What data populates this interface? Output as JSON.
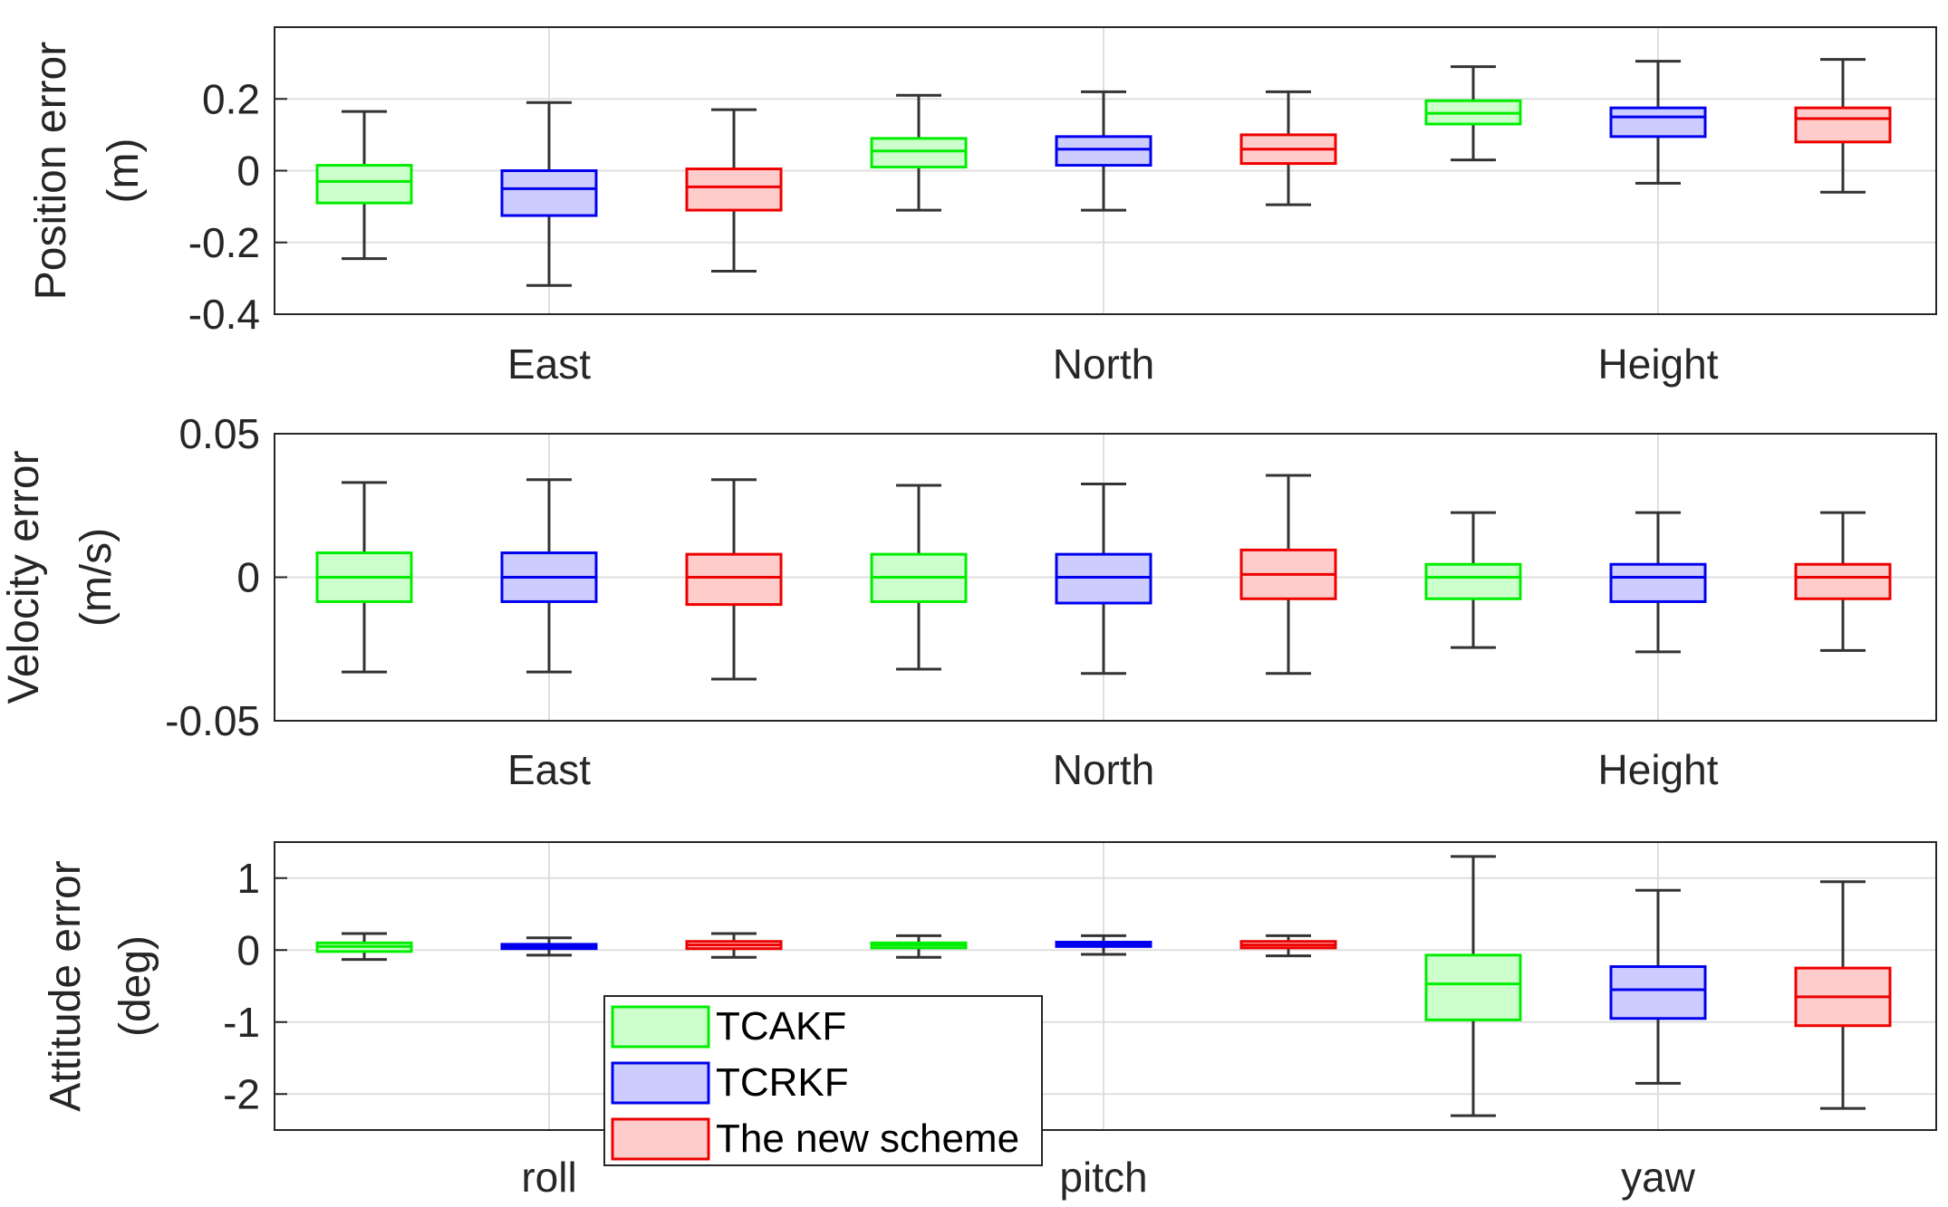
{
  "chart_data": [
    {
      "type": "box",
      "ylabel": [
        "Position error",
        "(m)"
      ],
      "categories": [
        "East",
        "North",
        "Height"
      ],
      "ylim": [
        -0.4,
        0.4
      ],
      "yticks": [
        -0.4,
        -0.2,
        0,
        0.2
      ],
      "ytick_labels": [
        "-0.4",
        "-0.2",
        "0",
        "0.2"
      ],
      "grid": true,
      "series": [
        {
          "name": "TCAKF",
          "boxes": [
            {
              "min": -0.245,
              "q1": -0.09,
              "median": -0.03,
              "q3": 0.015,
              "max": 0.165
            },
            {
              "min": -0.11,
              "q1": 0.01,
              "median": 0.055,
              "q3": 0.09,
              "max": 0.21
            },
            {
              "min": 0.03,
              "q1": 0.13,
              "median": 0.16,
              "q3": 0.195,
              "max": 0.29
            }
          ]
        },
        {
          "name": "TCRKF",
          "boxes": [
            {
              "min": -0.32,
              "q1": -0.125,
              "median": -0.05,
              "q3": 0.0,
              "max": 0.19
            },
            {
              "min": -0.11,
              "q1": 0.015,
              "median": 0.06,
              "q3": 0.095,
              "max": 0.22
            },
            {
              "min": -0.035,
              "q1": 0.095,
              "median": 0.15,
              "q3": 0.175,
              "max": 0.305
            }
          ]
        },
        {
          "name": "The new scheme",
          "boxes": [
            {
              "min": -0.28,
              "q1": -0.11,
              "median": -0.045,
              "q3": 0.005,
              "max": 0.17
            },
            {
              "min": -0.095,
              "q1": 0.02,
              "median": 0.06,
              "q3": 0.1,
              "max": 0.22
            },
            {
              "min": -0.06,
              "q1": 0.08,
              "median": 0.145,
              "q3": 0.175,
              "max": 0.31
            }
          ]
        }
      ]
    },
    {
      "type": "box",
      "ylabel": [
        "Velocity error",
        "(m/s)"
      ],
      "categories": [
        "East",
        "North",
        "Height"
      ],
      "ylim": [
        -0.05,
        0.05
      ],
      "yticks": [
        -0.05,
        0,
        0.05
      ],
      "ytick_labels": [
        "-0.05",
        "0",
        "0.05"
      ],
      "grid": true,
      "series": [
        {
          "name": "TCAKF",
          "boxes": [
            {
              "min": -0.033,
              "q1": -0.0085,
              "median": 0.0,
              "q3": 0.0085,
              "max": 0.033
            },
            {
              "min": -0.032,
              "q1": -0.0085,
              "median": 0.0,
              "q3": 0.008,
              "max": 0.032
            },
            {
              "min": -0.0245,
              "q1": -0.0075,
              "median": 0.0,
              "q3": 0.0045,
              "max": 0.0225
            }
          ]
        },
        {
          "name": "TCRKF",
          "boxes": [
            {
              "min": -0.033,
              "q1": -0.0085,
              "median": 0.0,
              "q3": 0.0085,
              "max": 0.034
            },
            {
              "min": -0.0335,
              "q1": -0.009,
              "median": 0.0,
              "q3": 0.008,
              "max": 0.0325
            },
            {
              "min": -0.026,
              "q1": -0.0085,
              "median": 0.0,
              "q3": 0.0045,
              "max": 0.0225
            }
          ]
        },
        {
          "name": "The new scheme",
          "boxes": [
            {
              "min": -0.0355,
              "q1": -0.0095,
              "median": 0.0,
              "q3": 0.008,
              "max": 0.034
            },
            {
              "min": -0.0335,
              "q1": -0.0075,
              "median": 0.001,
              "q3": 0.0095,
              "max": 0.0355
            },
            {
              "min": -0.0255,
              "q1": -0.0075,
              "median": 0.0,
              "q3": 0.0045,
              "max": 0.0225
            }
          ]
        }
      ]
    },
    {
      "type": "box",
      "ylabel": [
        "Attitude error",
        "(deg)"
      ],
      "categories": [
        "roll",
        "pitch",
        "yaw"
      ],
      "ylim": [
        -2.5,
        1.5
      ],
      "yticks": [
        -2,
        -1,
        0,
        1
      ],
      "ytick_labels": [
        "-2",
        "-1",
        "0",
        "1"
      ],
      "grid": true,
      "series": [
        {
          "name": "TCAKF",
          "boxes": [
            {
              "min": -0.13,
              "q1": -0.02,
              "median": 0.05,
              "q3": 0.1,
              "max": 0.23
            },
            {
              "min": -0.1,
              "q1": 0.03,
              "median": 0.07,
              "q3": 0.1,
              "max": 0.2
            },
            {
              "min": -2.3,
              "q1": -0.97,
              "median": -0.47,
              "q3": -0.07,
              "max": 1.3
            }
          ]
        },
        {
          "name": "TCRKF",
          "boxes": [
            {
              "min": -0.07,
              "q1": 0.02,
              "median": 0.05,
              "q3": 0.08,
              "max": 0.17
            },
            {
              "min": -0.06,
              "q1": 0.05,
              "median": 0.08,
              "q3": 0.11,
              "max": 0.2
            },
            {
              "min": -1.85,
              "q1": -0.95,
              "median": -0.55,
              "q3": -0.23,
              "max": 0.83
            }
          ]
        },
        {
          "name": "The new scheme",
          "boxes": [
            {
              "min": -0.1,
              "q1": 0.02,
              "median": 0.07,
              "q3": 0.12,
              "max": 0.23
            },
            {
              "min": -0.08,
              "q1": 0.03,
              "median": 0.07,
              "q3": 0.12,
              "max": 0.2
            },
            {
              "min": -2.2,
              "q1": -1.05,
              "median": -0.65,
              "q3": -0.25,
              "max": 0.95
            }
          ]
        }
      ]
    }
  ],
  "legend": {
    "location": "inside bottom panel, lower-left",
    "entries": [
      {
        "label": "TCAKF",
        "edge": "#00ee00",
        "fill": "#ccffcc"
      },
      {
        "label": "TCRKF",
        "edge": "#0000ee",
        "fill": "#ccccff"
      },
      {
        "label": "The new scheme",
        "edge": "#ee0000",
        "fill": "#ffcccc"
      }
    ]
  },
  "colors": {
    "TCAKF": {
      "edge": "#00ee00",
      "fill": "#ccffcc"
    },
    "TCRKF": {
      "edge": "#0000ee",
      "fill": "#ccccff"
    },
    "The new scheme": {
      "edge": "#ee0000",
      "fill": "#ffcccc"
    },
    "whisker": "#333333",
    "grid": "#dfdfdf",
    "axes": "#262626"
  }
}
